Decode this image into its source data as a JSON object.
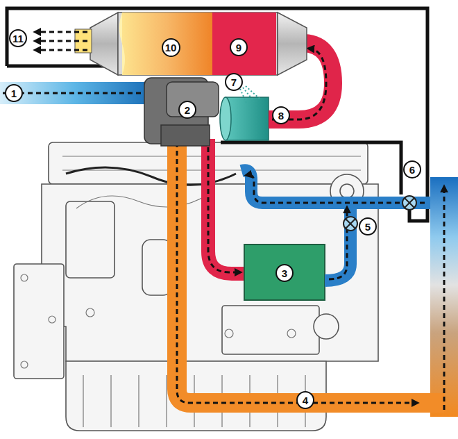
{
  "diagram": {
    "nodes": [
      {
        "text": [
          "1"
        ]
      },
      {
        "text": [
          "2"
        ]
      },
      {
        "text": [
          "3"
        ]
      },
      {
        "text": [
          "4"
        ]
      },
      {
        "text": [
          "5"
        ]
      },
      {
        "text": [
          "6"
        ]
      },
      {
        "text": [
          "7"
        ]
      },
      {
        "text": [
          "8"
        ]
      },
      {
        "text": [
          "9"
        ]
      },
      {
        "text": [
          "10"
        ]
      },
      {
        "text": [
          "11"
        ]
      }
    ]
  }
}
